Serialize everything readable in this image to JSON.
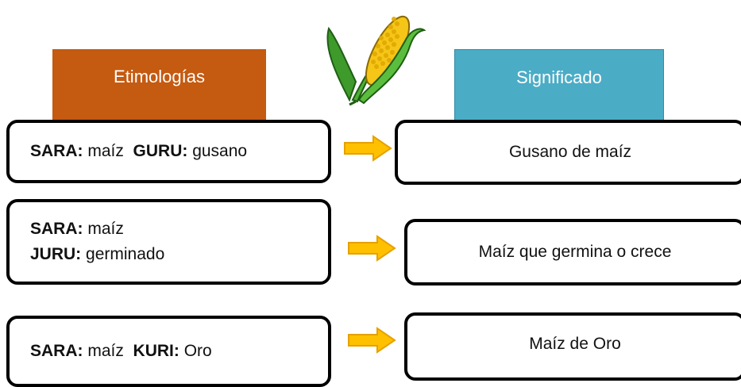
{
  "headers": {
    "left": "Etimologías",
    "right": "Significado"
  },
  "rows": [
    {
      "etymology": [
        {
          "term": "SARA:",
          "meaning": "maíz"
        },
        {
          "term": "GURU:",
          "meaning": "gusano"
        }
      ],
      "meaning": "Gusano de maíz"
    },
    {
      "etymology": [
        {
          "term": "SARA:",
          "meaning": "maíz"
        },
        {
          "term": "JURU:",
          "meaning": "germinado"
        }
      ],
      "meaning": "Maíz que germina o crece"
    },
    {
      "etymology": [
        {
          "term": "SARA:",
          "meaning": "maíz"
        },
        {
          "term": "KURI:",
          "meaning": "Oro"
        }
      ],
      "meaning": "Maíz de Oro"
    }
  ],
  "colors": {
    "left_header": "#c55a11",
    "right_header": "#4bacc6",
    "arrow_fill": "#ffc000",
    "arrow_stroke": "#e6a100"
  },
  "icons": [
    "corn-icon",
    "arrow-right-icon"
  ]
}
